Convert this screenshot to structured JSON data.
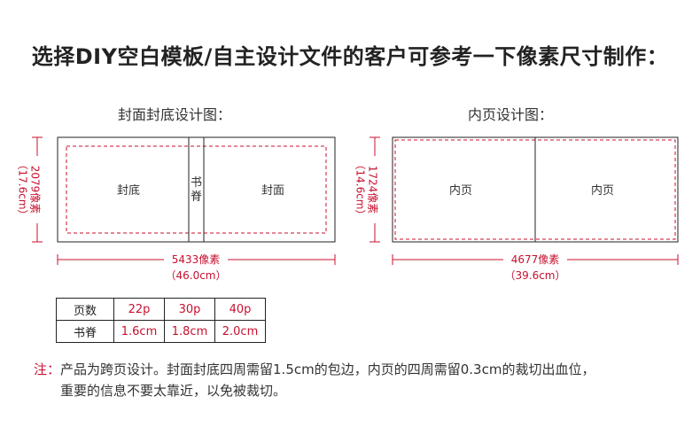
{
  "title": "选择DIY空白模板/自主设计文件的客户可参考一下像素尺寸制作：",
  "cover": {
    "section_title": "封面封底设计图：",
    "back_label": "封底",
    "spine_label_1": "书",
    "spine_label_2": "脊",
    "front_label": "封面",
    "height_px": "2079像素",
    "height_cm": "（17.6cm）",
    "width_px": "5433像素",
    "width_cm": "（46.0cm）"
  },
  "inner": {
    "section_title": "内页设计图：",
    "left_label": "内页",
    "right_label": "内页",
    "height_px": "1724像素",
    "height_cm": "（14.6cm）",
    "width_px": "4677像素",
    "width_cm": "（39.6cm）"
  },
  "table": {
    "row1": {
      "head": "页数",
      "v1": "22p",
      "v2": "30p",
      "v3": "40p"
    },
    "row2": {
      "head": "书脊",
      "v1": "1.6cm",
      "v2": "1.8cm",
      "v3": "2.0cm"
    }
  },
  "note": {
    "tag": "注：",
    "line1": "产品为跨页设计。封面封底四周需留1.5cm的包边，内页的四周需留0.3cm的裁切出血位，",
    "line2": "重要的信息不要太靠近，以免被裁切。"
  },
  "colors": {
    "accent_red": "#c8102e",
    "outline": "#222222"
  }
}
